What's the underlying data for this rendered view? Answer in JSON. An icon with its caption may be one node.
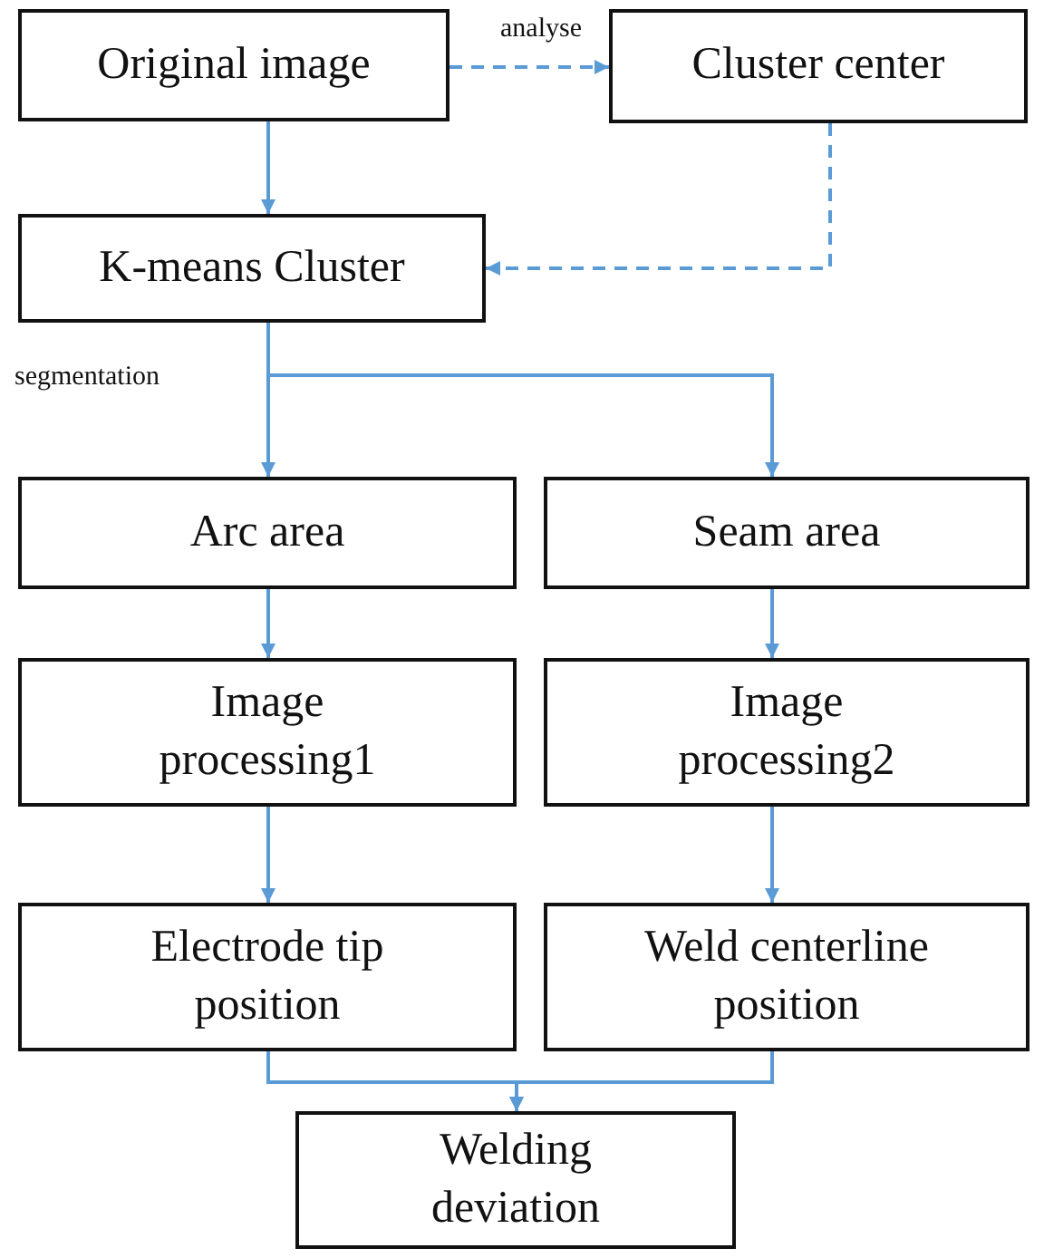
{
  "diagram": {
    "nodes": [
      {
        "text": [
          "Original image"
        ]
      },
      {
        "text": [
          "Cluster center"
        ]
      },
      {
        "text": [
          "K-means Cluster"
        ]
      },
      {
        "text": [
          "Arc area"
        ]
      },
      {
        "text": [
          "Seam area"
        ]
      },
      {
        "text": [
          "Image processing1"
        ]
      },
      {
        "text": [
          "Image processing2"
        ]
      },
      {
        "text": [
          "Electrode tip position"
        ]
      },
      {
        "text": [
          "Weld centerline position"
        ]
      },
      {
        "text": [
          "Welding deviation"
        ]
      }
    ],
    "edges": [
      {
        "from": 0,
        "to": 1,
        "arrow": "to",
        "label": "analyse",
        "style": "dashed"
      },
      {
        "from": 0,
        "to": 2,
        "arrow": "to"
      },
      {
        "from": 1,
        "to": 2,
        "arrow": "to",
        "style": "dashed"
      },
      {
        "from": 2,
        "to": 3,
        "arrow": "to",
        "label": "segmentation"
      },
      {
        "from": 2,
        "to": 4,
        "arrow": "to"
      },
      {
        "from": 3,
        "to": 5,
        "arrow": "to"
      },
      {
        "from": 4,
        "to": 6,
        "arrow": "to"
      },
      {
        "from": 5,
        "to": 7,
        "arrow": "to"
      },
      {
        "from": 6,
        "to": 8,
        "arrow": "to"
      },
      {
        "from": 7,
        "to": 9,
        "arrow": "to"
      },
      {
        "from": 8,
        "to": 9,
        "arrow": "to"
      }
    ]
  }
}
